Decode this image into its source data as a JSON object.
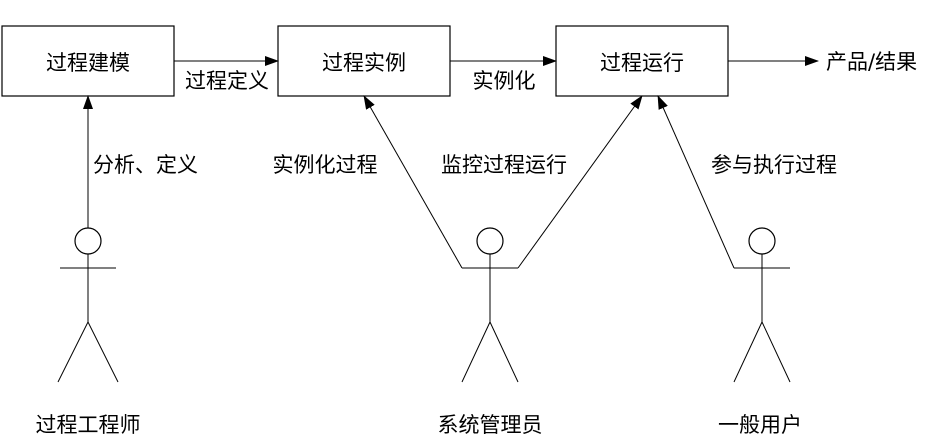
{
  "boxes": {
    "modeling": "过程建模",
    "instance": "过程实例",
    "running": "过程运行"
  },
  "edges": {
    "modeling_to_instance": "过程定义",
    "instance_to_running": "实例化",
    "running_to_output": "产品/结果"
  },
  "actor_links": {
    "analyze_define": "分析、定义",
    "instantiate_process": "实例化过程",
    "monitor_running": "监控过程运行",
    "participate_execution": "参与执行过程"
  },
  "actors": {
    "process_engineer": "过程工程师",
    "system_admin": "系统管理员",
    "general_user": "一般用户"
  }
}
